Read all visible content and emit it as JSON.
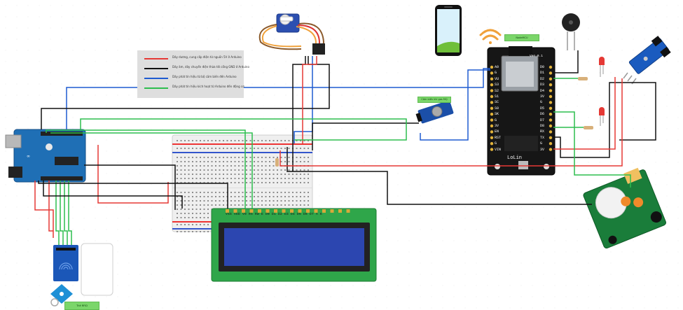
{
  "legend": {
    "rows": [
      {
        "color": "#e53935",
        "text": "Dây dương, cung cấp điện từ nguồn 5V ở Arduino"
      },
      {
        "color": "#111111",
        "text": "Dây âm, dây chuyển điện thừa tới cổng GND ở Arduino"
      },
      {
        "color": "#1e5bd1",
        "text": "Dây phát tín hiệu từ bộ cảm biến đến Arduino"
      },
      {
        "color": "#2dbd4e",
        "text": "Dây phát tín hiệu kích hoạt từ Arduino đến động cơ"
      }
    ]
  },
  "tags": {
    "nodemcu": "NodeMCU",
    "gas_sensor": "Cảm biến khí gas MQ",
    "rfid": "Thẻ RFID"
  },
  "nodemcu_pins_left": [
    "A0",
    "G",
    "VU",
    "S3",
    "S2",
    "S1",
    "SC",
    "S0",
    "SK",
    "G",
    "3V",
    "EN",
    "RST",
    "G",
    "VIN"
  ],
  "nodemcu_pins_right": [
    "D0",
    "D1",
    "D2",
    "D3",
    "D4",
    "3V",
    "G",
    "D5",
    "D6",
    "D7",
    "D8",
    "RX",
    "TX",
    "G",
    "3V"
  ],
  "nodemcu_top": "Ver 0.1",
  "nodemcu_brand": "LoLin",
  "lcd_pins": "VSS VDD V0 RS RW E D0 D1 D2 D3 D4 D5 D6 D7 A K",
  "colors": {
    "red": "#e53935",
    "black": "#111111",
    "blue": "#1e5bd1",
    "green": "#2dbd4e",
    "orange": "#f0a13a"
  }
}
